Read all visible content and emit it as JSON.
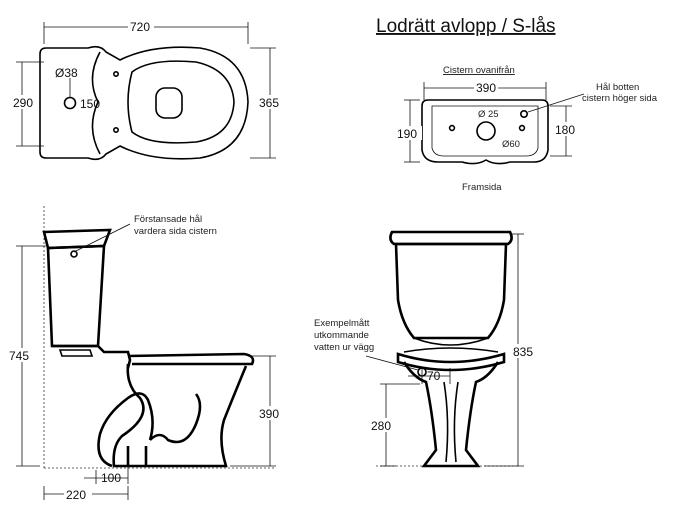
{
  "title": "Lodrätt avlopp / S-lås",
  "top_view": {
    "width": "720",
    "height_left": "290",
    "height_right": "365",
    "hole_label": "Ø38",
    "hole_distance": "150"
  },
  "cistern_top": {
    "caption": "Cistern ovanifrån",
    "width": "390",
    "height_left": "190",
    "height_right": "180",
    "small_hole": "Ø 25",
    "large_hole": "Ø60",
    "note_line1": "Hål botten",
    "note_line2": "cistern höger sida",
    "front_label": "Framsida"
  },
  "side_view": {
    "note_line1": "Förstansade hål",
    "note_line2": "vardera sida cistern",
    "total_height": "745",
    "outlet_height": "390",
    "outlet_width": "100",
    "wall_distance": "220"
  },
  "front_view": {
    "note_line1": "Exempelmått",
    "note_line2": "utkommande",
    "note_line3": "vatten ur vägg",
    "inlet_offset": "70",
    "inlet_height": "280",
    "total_height": "835"
  }
}
